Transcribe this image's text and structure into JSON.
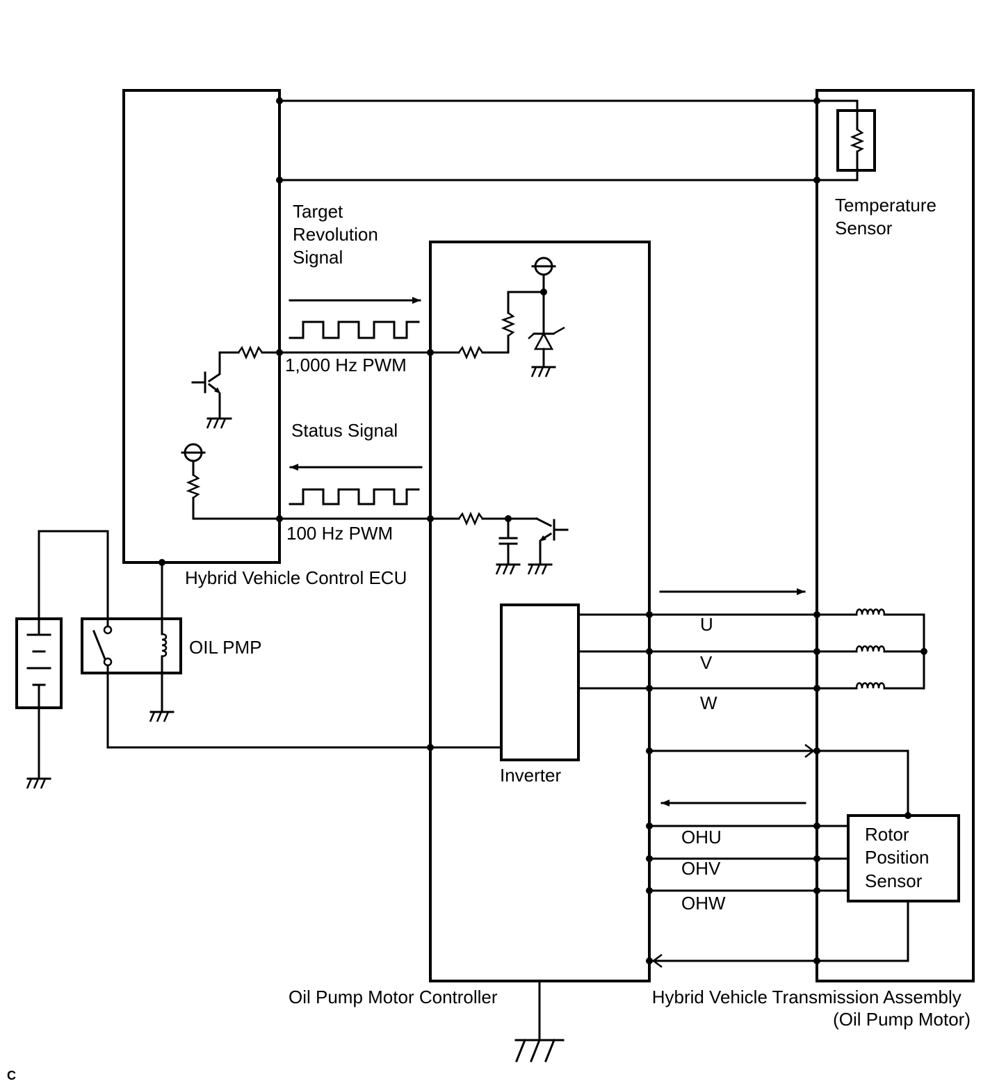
{
  "labels": {
    "target_revolution": [
      "Target",
      "Revolution",
      "Signal"
    ],
    "pwm_1000": "1,000 Hz PWM",
    "status_signal": "Status Signal",
    "pwm_100": "100 Hz PWM",
    "ecu": "Hybrid Vehicle Control ECU",
    "oil_pmp": "OIL PMP",
    "inverter": "Inverter",
    "temperature_sensor": [
      "Temperature",
      "Sensor"
    ],
    "phase_u": "U",
    "phase_v": "V",
    "phase_w": "W",
    "ohu": "OHU",
    "ohv": "OHV",
    "ohw": "OHW",
    "rotor_position_sensor": [
      "Rotor",
      "Position",
      "Sensor"
    ],
    "oil_pump_motor_controller": "Oil Pump Motor Controller",
    "transmission_assembly": [
      "Hybrid Vehicle Transmission Assembly",
      "(Oil Pump Motor)"
    ],
    "corner_mark": "C"
  }
}
